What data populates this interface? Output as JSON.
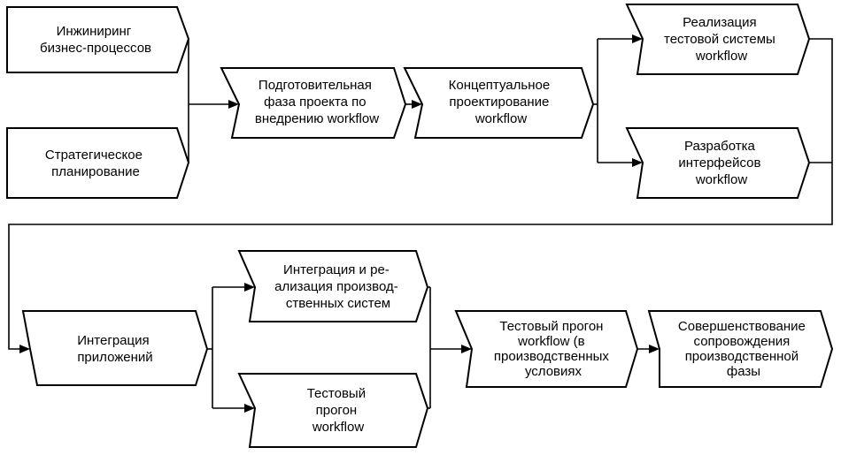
{
  "nodes": [
    {
      "id": "bpr",
      "lines": [
        "Инжиниринг",
        "бизнес-процессов"
      ]
    },
    {
      "id": "strategic",
      "lines": [
        "Стратегическое",
        "планирование"
      ]
    },
    {
      "id": "prep",
      "lines": [
        "Подготовительная",
        "фаза проекта по",
        "внедрению workflow"
      ]
    },
    {
      "id": "concept",
      "lines": [
        "Концептуальное",
        "проектирование",
        "workflow"
      ]
    },
    {
      "id": "test-system",
      "lines": [
        "Реализация",
        "тестовой системы",
        "workflow"
      ]
    },
    {
      "id": "interfaces",
      "lines": [
        "Разработка",
        "интерфейсов",
        "workflow"
      ]
    },
    {
      "id": "app-integration",
      "lines": [
        "Интеграция",
        "приложений"
      ]
    },
    {
      "id": "prod-integration",
      "lines": [
        "Интеграция и ре-",
        "ализация производ-",
        "ственных систем"
      ]
    },
    {
      "id": "test-run",
      "lines": [
        "Тестовый",
        "прогон",
        "workflow"
      ]
    },
    {
      "id": "prod-test-run",
      "lines": [
        "Тестовый прогон",
        "workflow (в",
        "производственных",
        "условиях"
      ]
    },
    {
      "id": "improvement",
      "lines": [
        "Совершенствование",
        "сопровождения",
        "производственной",
        "фазы"
      ]
    }
  ]
}
